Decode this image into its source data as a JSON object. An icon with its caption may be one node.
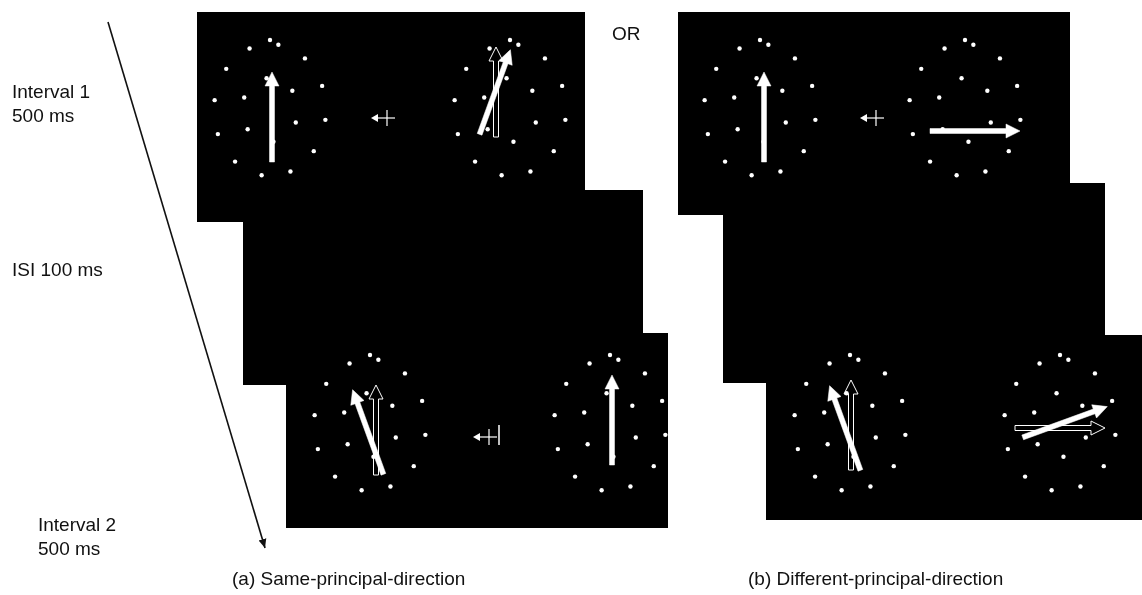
{
  "diagram": {
    "labels": [
      "Interval 1 500 ms",
      "ISI 100 ms",
      "Interval 2 500 ms",
      "OR",
      "(a) Same-principal-direction",
      "(b) Different-principal-direction"
    ]
  }
}
